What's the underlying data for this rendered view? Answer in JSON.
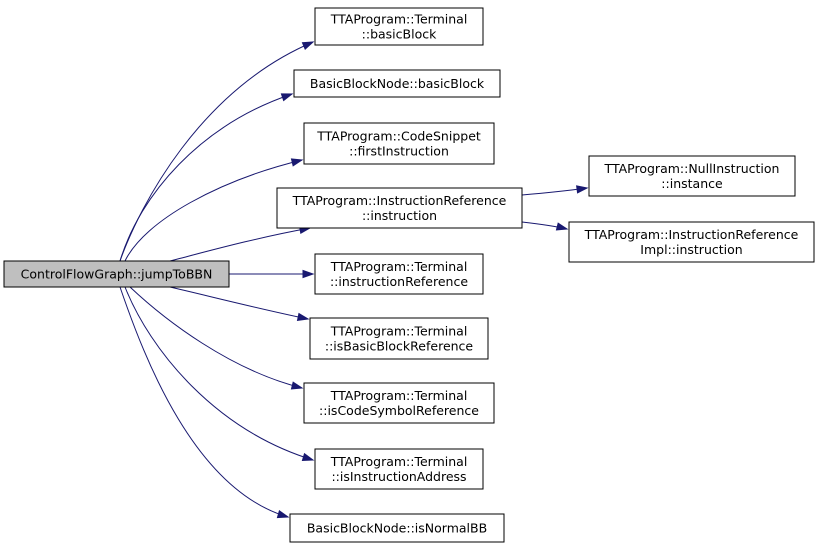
{
  "colors": {
    "edge": "#191970",
    "root_fill": "#bfbfbf",
    "node_fill": "#ffffff",
    "node_border": "#000000"
  },
  "nodes": [
    {
      "id": "root",
      "lines": [
        "ControlFlowGraph::jumpToBBN"
      ]
    },
    {
      "id": "n1",
      "lines": [
        "TTAProgram::Terminal",
        "::basicBlock"
      ]
    },
    {
      "id": "n2",
      "lines": [
        "BasicBlockNode::basicBlock"
      ]
    },
    {
      "id": "n3",
      "lines": [
        "TTAProgram::CodeSnippet",
        "::firstInstruction"
      ]
    },
    {
      "id": "n4",
      "lines": [
        "TTAProgram::InstructionReference",
        "::instruction"
      ]
    },
    {
      "id": "n5",
      "lines": [
        "TTAProgram::NullInstruction",
        "::instance"
      ]
    },
    {
      "id": "n6",
      "lines": [
        "TTAProgram::InstructionReference",
        "Impl::instruction"
      ]
    },
    {
      "id": "n7",
      "lines": [
        "TTAProgram::Terminal",
        "::instructionReference"
      ]
    },
    {
      "id": "n8",
      "lines": [
        "TTAProgram::Terminal",
        "::isBasicBlockReference"
      ]
    },
    {
      "id": "n9",
      "lines": [
        "TTAProgram::Terminal",
        "::isCodeSymbolReference"
      ]
    },
    {
      "id": "n10",
      "lines": [
        "TTAProgram::Terminal",
        "::isInstructionAddress"
      ]
    },
    {
      "id": "n11",
      "lines": [
        "BasicBlockNode::isNormalBB"
      ]
    }
  ],
  "edges": [
    {
      "from": "root",
      "to": "n1"
    },
    {
      "from": "root",
      "to": "n2"
    },
    {
      "from": "root",
      "to": "n3"
    },
    {
      "from": "root",
      "to": "n4"
    },
    {
      "from": "root",
      "to": "n7"
    },
    {
      "from": "root",
      "to": "n8"
    },
    {
      "from": "root",
      "to": "n9"
    },
    {
      "from": "root",
      "to": "n10"
    },
    {
      "from": "root",
      "to": "n11"
    },
    {
      "from": "n4",
      "to": "n5"
    },
    {
      "from": "n4",
      "to": "n6"
    }
  ]
}
